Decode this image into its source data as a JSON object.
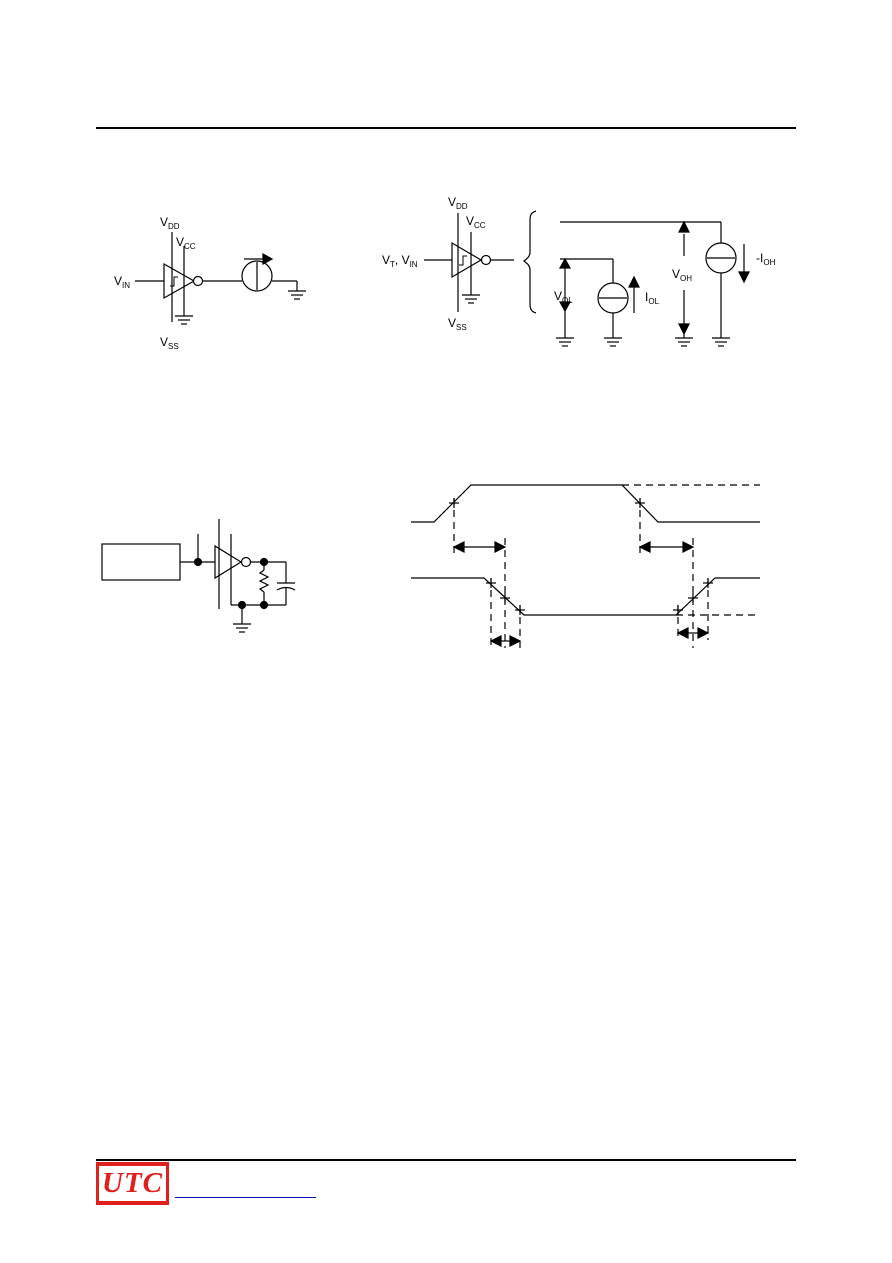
{
  "labels": {
    "vdd": "V",
    "vdd_sub": "DD",
    "vcc": "V",
    "vcc_sub": "CC",
    "vin": "V",
    "vin_sub": "IN",
    "vss": "V",
    "vss_sub": "SS",
    "vt_vin": "V",
    "vt_sub": "T",
    "vt_sep": ", V",
    "vt_in_sub": "IN",
    "vol": "V",
    "vol_sub": "OL",
    "voh": "V",
    "voh_sub": "OH",
    "iol": "I",
    "iol_sub": "OL",
    "ioh": "-I",
    "ioh_sub": "OH"
  },
  "colors": {
    "line": "#000000",
    "logo": "#e0201c",
    "link": "#1010c8"
  },
  "logo": {
    "text": "UTC"
  }
}
